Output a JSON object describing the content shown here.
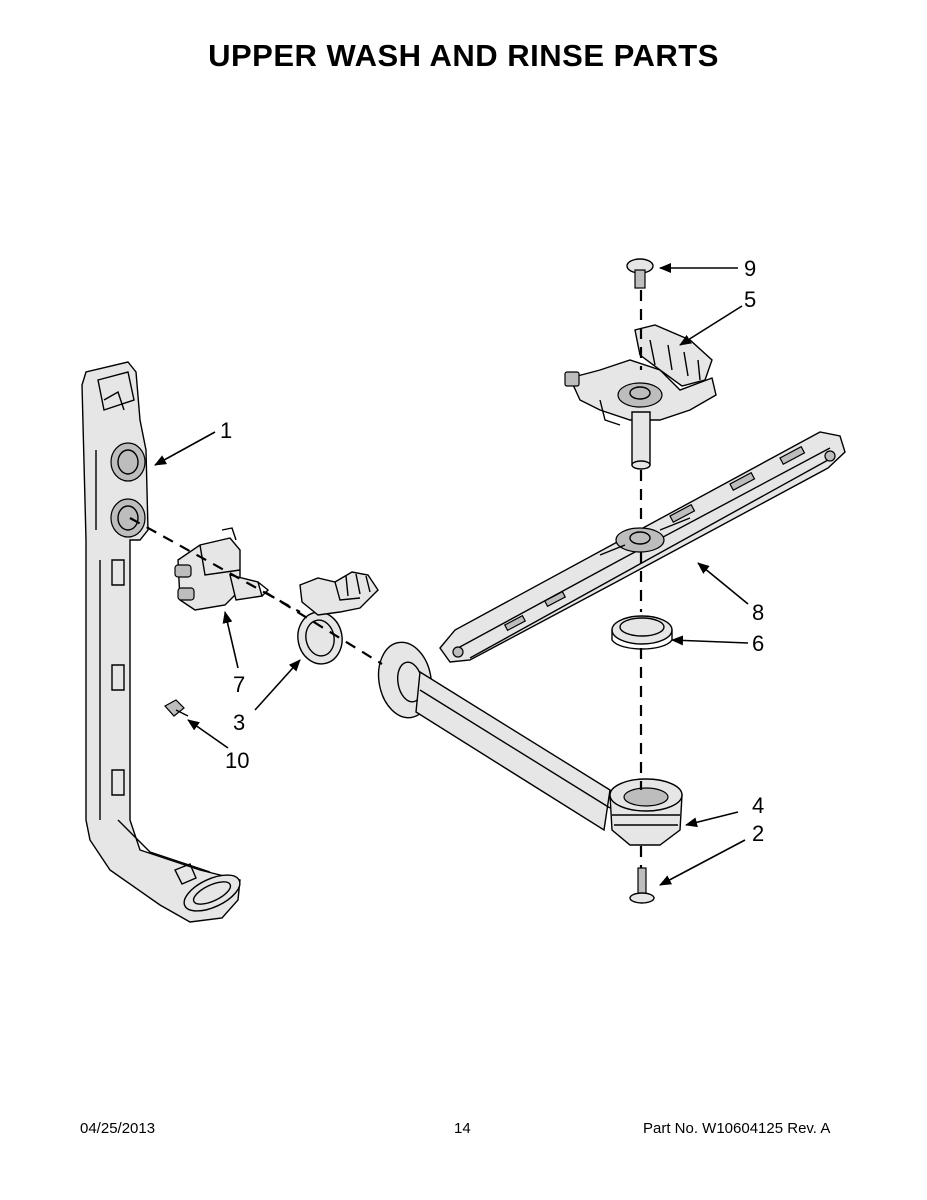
{
  "title": "UPPER WASH AND RINSE PARTS",
  "callouts": {
    "c1": "1",
    "c2": "2",
    "c3": "3",
    "c4": "4",
    "c5": "5",
    "c6": "6",
    "c7": "7",
    "c8": "8",
    "c9": "9",
    "c10": "10"
  },
  "footer": {
    "date": "04/25/2013",
    "page": "14",
    "part_number": "Part No.  W10604125  Rev.  A"
  }
}
